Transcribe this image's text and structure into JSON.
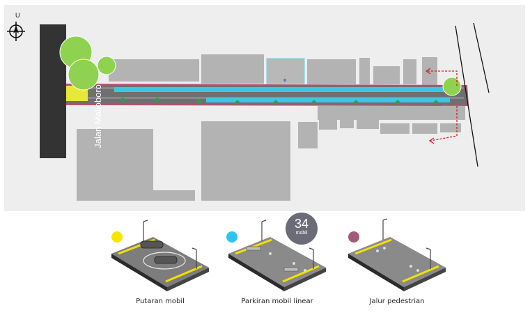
{
  "map": {
    "road_label": "Jalan Malioboro",
    "compass_letter": "U",
    "colors": {
      "background": "#eeeeef",
      "building": "#b3b3b3",
      "road": "#333333",
      "path_border": "#b5536e",
      "parking": "#3cc6e6",
      "turnaround": "#e8e83a",
      "tree": "#8fd24f",
      "arrow": "#d22020"
    }
  },
  "badge": {
    "number": "34",
    "unit": "mobil"
  },
  "legend": [
    {
      "label": "Putaran mobil",
      "dot_color": "#f7e600",
      "icon": "car-turnaround-illustration"
    },
    {
      "label": "Parkiran mobil linear",
      "dot_color": "#2ec4ef",
      "icon": "linear-parking-illustration"
    },
    {
      "label": "Jalur pedestrian",
      "dot_color": "#a35a7a",
      "icon": "pedestrian-path-illustration"
    }
  ]
}
